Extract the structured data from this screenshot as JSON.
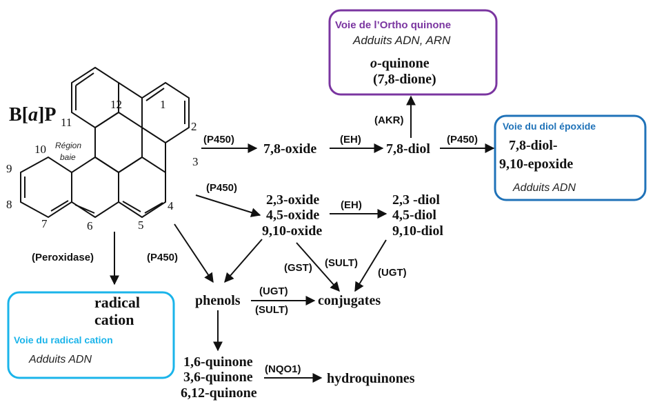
{
  "colors": {
    "ortho_box": "#7a35a0",
    "diol_box": "#1f72b8",
    "radical_box": "#1ab4ea",
    "ink": "#111111"
  },
  "molecule": {
    "name": "B[a]P",
    "name_parts": {
      "b": "B[",
      "a": "a",
      "close": "]P"
    },
    "bay_region": [
      "Région",
      "baie"
    ],
    "positions": [
      "1",
      "2",
      "3",
      "4",
      "5",
      "6",
      "7",
      "8",
      "9",
      "10",
      "11",
      "12"
    ]
  },
  "enzymes": {
    "p450_top": "(P450)",
    "eh_top": "(EH)",
    "akr": "(AKR)",
    "p450_right": "(P450)",
    "p450_mid": "(P450)",
    "eh_mid": "(EH)",
    "p450_left": "(P450)",
    "peroxidase": "(Peroxidase)",
    "gst": "(GST)",
    "sult_mid": "(SULT)",
    "ugt_mid": "(UGT)",
    "ugt_low": "(UGT)",
    "sult_low": "(SULT)",
    "nqo1": "(NQO1)"
  },
  "metabolites": {
    "oxide_78": "7,8-oxide",
    "diol_78": "7,8-diol",
    "oxides": [
      "2,3-oxide",
      "4,5-oxide",
      "9,10-oxide"
    ],
    "diols": [
      "2,3 -diol",
      "4,5-diol",
      "9,10-diol"
    ],
    "phenols": "phenols",
    "conjugates": "conjugates",
    "quinones": [
      "1,6-quinone",
      "3,6-quinone",
      "6,12-quinone"
    ],
    "hydroquinones": "hydroquinones"
  },
  "boxes": {
    "ortho": {
      "title": "Voie de l’Ortho quinone",
      "adducts": "Adduits ADN, ARN",
      "compound_prefix": "o",
      "compound_rest": "-quinone",
      "compound_line2": "(7,8-dione)"
    },
    "diol_epoxide": {
      "title": "Voie du diol époxide",
      "line1": "7,8-diol-",
      "line2": "9,10-epoxide",
      "adducts": "Adduits ADN"
    },
    "radical": {
      "line1": "radical",
      "line2": "cation",
      "title": "Voie du radical cation",
      "adducts": "Adduits ADN"
    }
  }
}
